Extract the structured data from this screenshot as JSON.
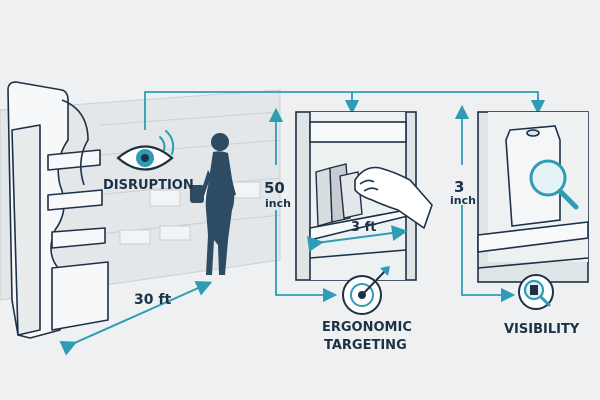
{
  "labels": {
    "disruption": "DISRUPTION",
    "distance": "30 ft",
    "height_value": "50",
    "height_unit": "inch",
    "shelf_width": "3 ft",
    "ergonomic_line1": "ERGONOMIC",
    "ergonomic_line2": "TARGETING",
    "eye_value": "3",
    "eye_unit": "inch",
    "visibility": "VISIBILITY"
  },
  "colors": {
    "accent": "#2f9cb5",
    "ink": "#1d3147",
    "background": "#eef0f1"
  },
  "icons": [
    "eye-icon",
    "signal-waves-icon",
    "target-arrow-icon",
    "magnifier-icon",
    "magnifier-product-icon"
  ]
}
